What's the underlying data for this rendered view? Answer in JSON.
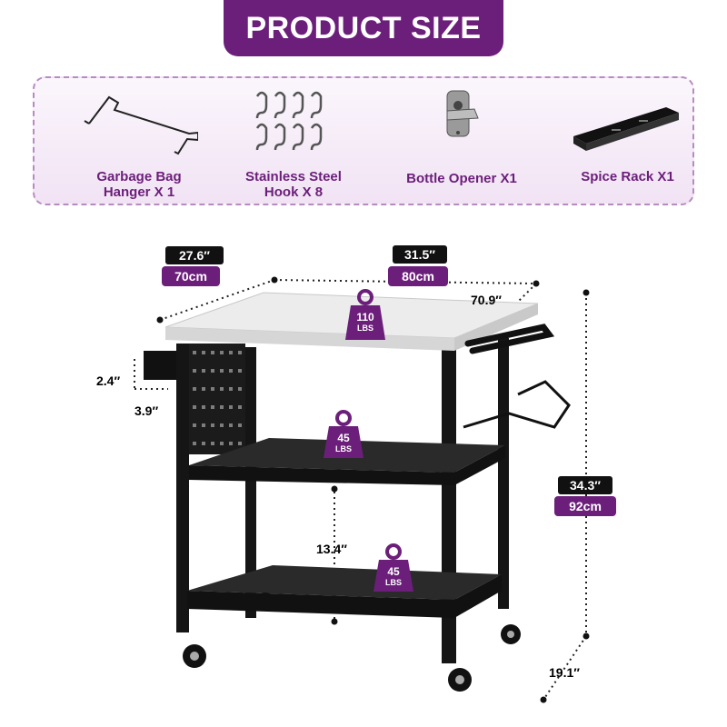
{
  "header": {
    "title": "PRODUCT SIZE"
  },
  "accessories": [
    {
      "line1": "Garbage Bag",
      "line2": "Hanger X 1",
      "icon": "garbage-bag-hanger-icon"
    },
    {
      "line1": "Stainless Steel",
      "line2": "Hook X 8",
      "icon": "s-hook-icon"
    },
    {
      "line1": "Bottle Opener X1",
      "line2": "",
      "icon": "bottle-opener-icon"
    },
    {
      "line1": "Spice Rack X1",
      "line2": "",
      "icon": "spice-rack-icon"
    }
  ],
  "dimensions": {
    "depth": {
      "in": "27.6″",
      "cm": "70cm"
    },
    "width": {
      "in": "31.5″",
      "cm": "80cm"
    },
    "overall_width": "70.9″",
    "height": {
      "in": "34.3″",
      "cm": "92cm"
    },
    "spice_rack_height": "2.4″",
    "spice_rack_depth": "3.9″",
    "shelf_gap": "13.4″",
    "bottom_clearance": "19.1″"
  },
  "loads": [
    {
      "value": "110",
      "unit": "LBS"
    },
    {
      "value": "45",
      "unit": "LBS"
    },
    {
      "value": "45",
      "unit": "LBS"
    }
  ],
  "colors": {
    "brand": "#6b1f7a",
    "frame": "#1a1a1a",
    "top": "#eeeeee"
  }
}
